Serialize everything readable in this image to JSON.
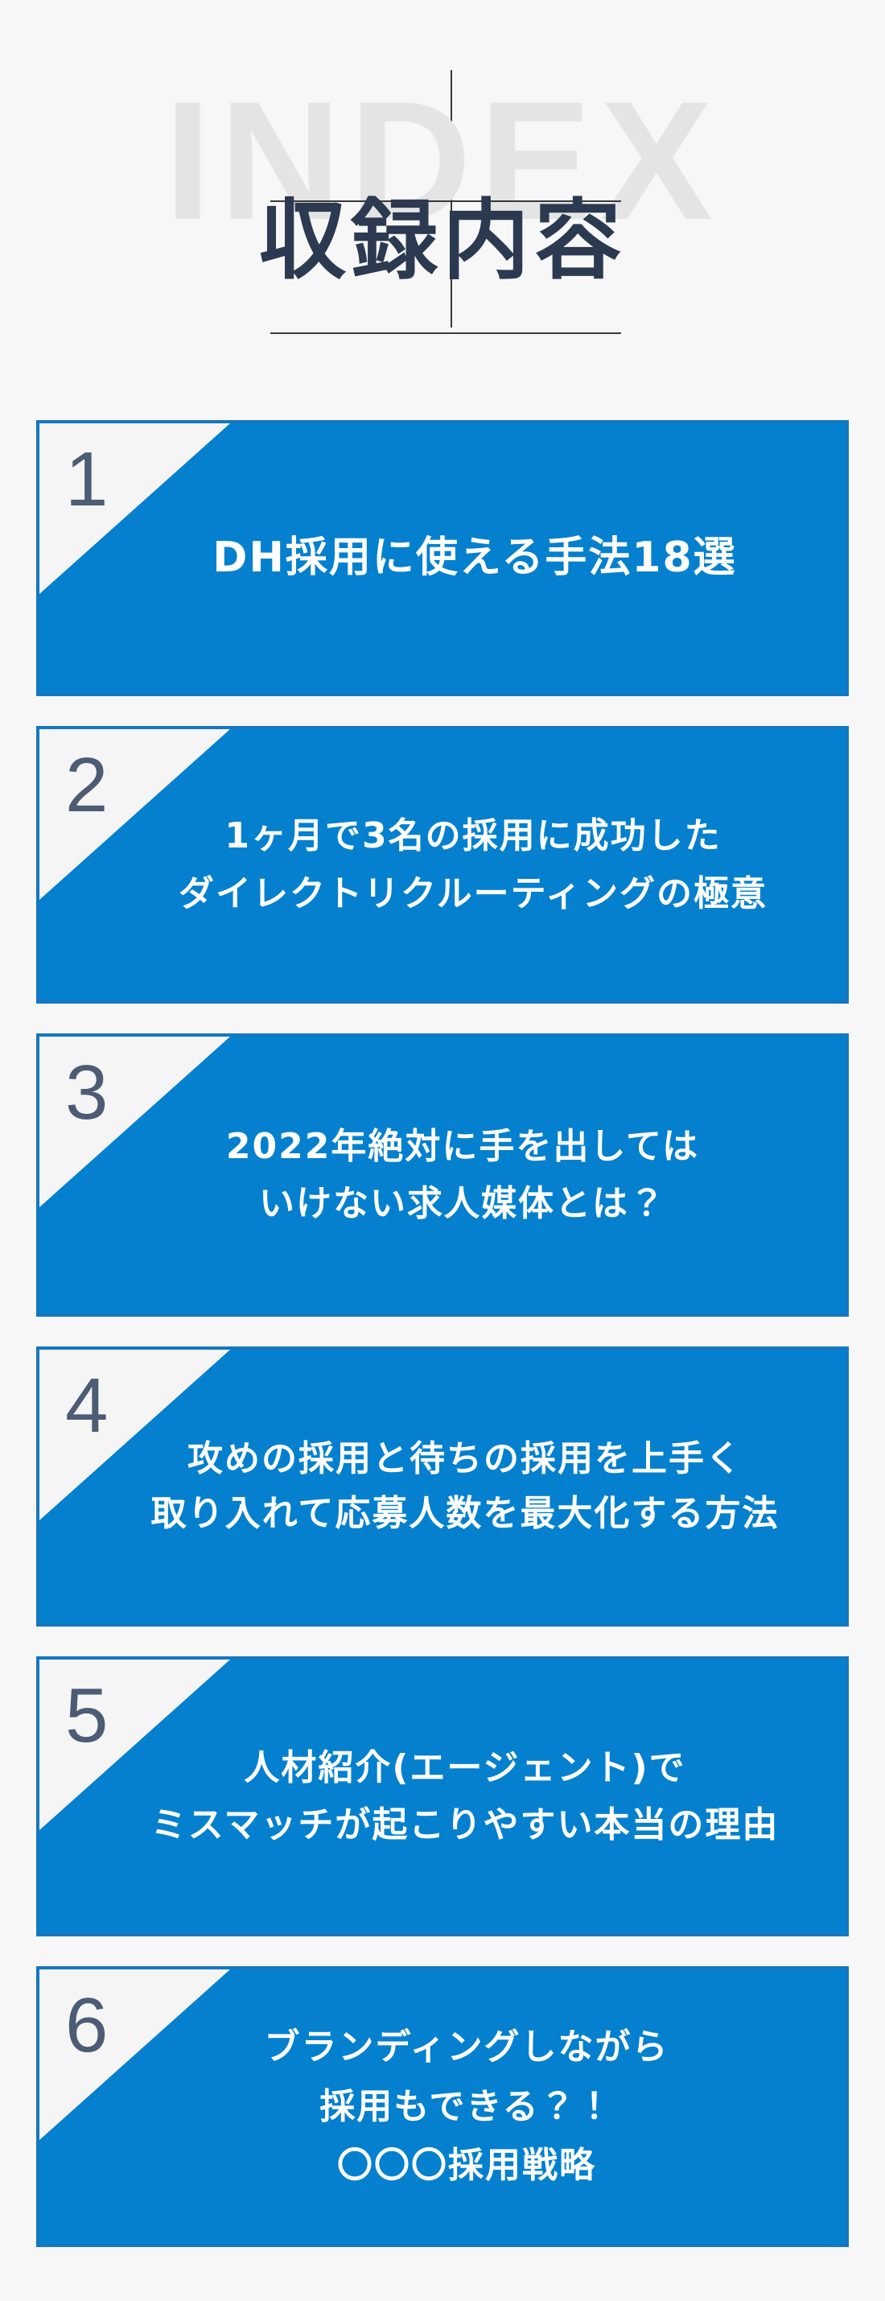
{
  "header": {
    "ghost_word": "INDEX",
    "title": "収録内容",
    "accent_color": "#0480ce",
    "navy_color": "#2b3a50",
    "ghost_color": "#e4e4e4",
    "background_color": "#f7f7f7",
    "rule_color": "#3a3a3a"
  },
  "cards": [
    {
      "number": "1",
      "lines": [
        "DH採用に使える手法18選"
      ]
    },
    {
      "number": "2",
      "lines": [
        "1ヶ月で3名の採用に成功した",
        "ダイレクトリクルーティングの極意"
      ]
    },
    {
      "number": "3",
      "lines": [
        "2022年絶対に手を出しては",
        "いけない求人媒体とは？"
      ]
    },
    {
      "number": "4",
      "lines": [
        "攻めの採用と待ちの採用を上手く",
        "取り入れて応募人数を最大化する方法"
      ]
    },
    {
      "number": "5",
      "lines": [
        "人材紹介(エージェント)で",
        "ミスマッチが起こりやすい本当の理由"
      ]
    },
    {
      "number": "6",
      "lines": [
        "ブランディングしながら",
        "採用もできる？！",
        "〇〇〇採用戦略"
      ]
    }
  ]
}
